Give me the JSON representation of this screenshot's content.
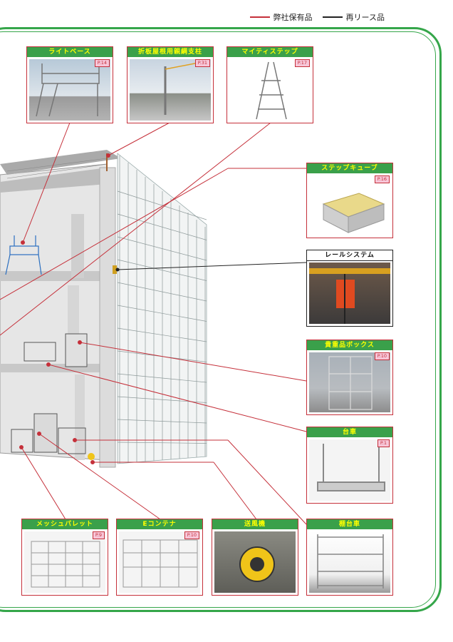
{
  "legend": {
    "own_label": "弊社保有品",
    "lease_label": "再リース品",
    "own_color": "#c5303a",
    "lease_color": "#222222"
  },
  "cards": {
    "light_base": {
      "title": "ライトベース",
      "page": "P.14"
    },
    "roof_pillar": {
      "title": "折板屋根用親綱支柱",
      "page": "P.31"
    },
    "mighty_step": {
      "title": "マイティステップ",
      "page": "P.17"
    },
    "step_cube": {
      "title": "ステップキューブ",
      "page": "P.16"
    },
    "rail_system": {
      "title": "レールシステム"
    },
    "valuables_box": {
      "title": "貴重品ボックス",
      "page": "P.10"
    },
    "cart": {
      "title": "台車",
      "page": "P.1"
    },
    "mesh_pallet": {
      "title": "メッシュパレット",
      "page": "P.9"
    },
    "e_container": {
      "title": "Eコンテナ",
      "page": "P.10"
    },
    "blower": {
      "title": "送風機"
    },
    "shelf_cart": {
      "title": "棚台車"
    }
  }
}
